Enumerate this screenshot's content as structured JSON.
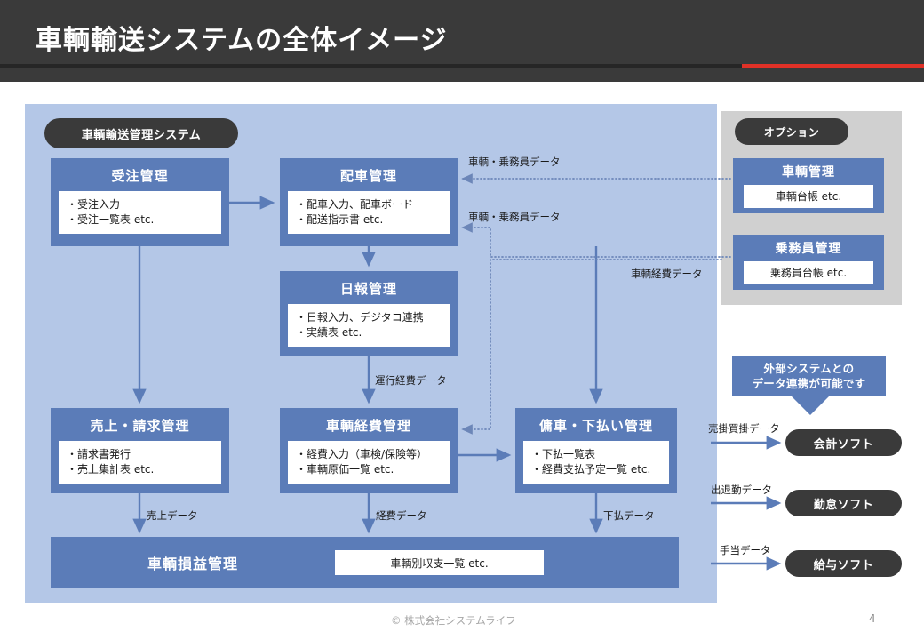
{
  "header": {
    "title": "車輌輸送システムの全体イメージ",
    "accent_color": "#e03127",
    "bar_color": "#3a3a3a"
  },
  "palette": {
    "module_blue": "#5b7cb8",
    "panel_light_blue": "#b4c7e7",
    "option_gray": "#d0d0d0",
    "pill_dark": "#3a3a3a"
  },
  "main_panel": {
    "badge": "車輌輸送管理システム",
    "modules": [
      {
        "title": "受注管理",
        "lines": [
          "・受注入力",
          "・受注一覧表 etc."
        ]
      },
      {
        "title": "配車管理",
        "lines": [
          "・配車入力、配車ボード",
          "・配送指示書 etc."
        ]
      },
      {
        "title": "日報管理",
        "lines": [
          "・日報入力、デジタコ連携",
          "・実績表 etc."
        ]
      },
      {
        "title": "売上・請求管理",
        "lines": [
          "・請求書発行",
          "・売上集計表 etc."
        ]
      },
      {
        "title": "車輌経費管理",
        "lines": [
          "・経費入力（車検/保険等）",
          "・車輌原価一覧 etc."
        ]
      },
      {
        "title": "傭車・下払い管理",
        "lines": [
          "・下払一覧表",
          "・経費支払予定一覧 etc."
        ]
      }
    ],
    "summary": {
      "title": "車輌損益管理",
      "body": "車輌別収支一覧 etc."
    }
  },
  "option_panel": {
    "badge": "オプション",
    "modules": [
      {
        "title": "車輌管理",
        "body": "車輌台帳 etc."
      },
      {
        "title": "乗務員管理",
        "body": "乗務員台帳 etc."
      }
    ]
  },
  "callout": {
    "line1": "外部システムとの",
    "line2": "データ連携が可能です"
  },
  "external_systems": [
    {
      "label": "売掛買掛データ",
      "name": "会計ソフト"
    },
    {
      "label": "出退勤データ",
      "name": "勤怠ソフト"
    },
    {
      "label": "手当データ",
      "name": "給与ソフト"
    }
  ],
  "connector_labels": {
    "vehicle_crew_top": "車輌・乗務員データ",
    "vehicle_crew_mid": "車輌・乗務員データ",
    "vehicle_expense": "車輌経費データ",
    "operation_expense": "運行経費データ",
    "sales": "売上データ",
    "expense": "経費データ",
    "payment": "下払データ"
  },
  "footer": {
    "copyright": "© 株式会社システムライフ",
    "page": "4"
  }
}
